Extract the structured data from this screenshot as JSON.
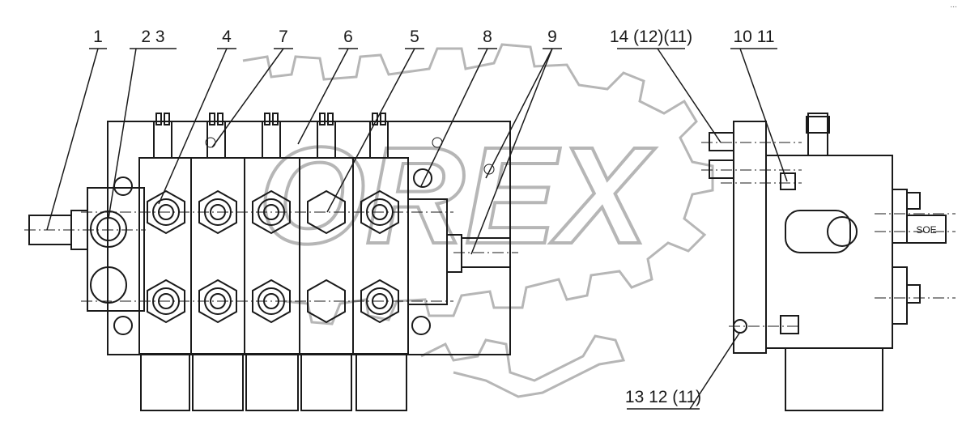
{
  "callouts": {
    "c1": "1",
    "c2_3": "2  3",
    "c4": "4",
    "c7": "7",
    "c6": "6",
    "c5": "5",
    "c8": "8",
    "c9": "9",
    "c14": "14 (12)(11)",
    "c10_11": "10  11",
    "c13": "13  12 (11)"
  },
  "plug_text": "SOE",
  "watermark": "OREX",
  "corner_mark": "...",
  "colors": {
    "line": "#1a1a1a",
    "watermark": "#9e9e9e"
  }
}
